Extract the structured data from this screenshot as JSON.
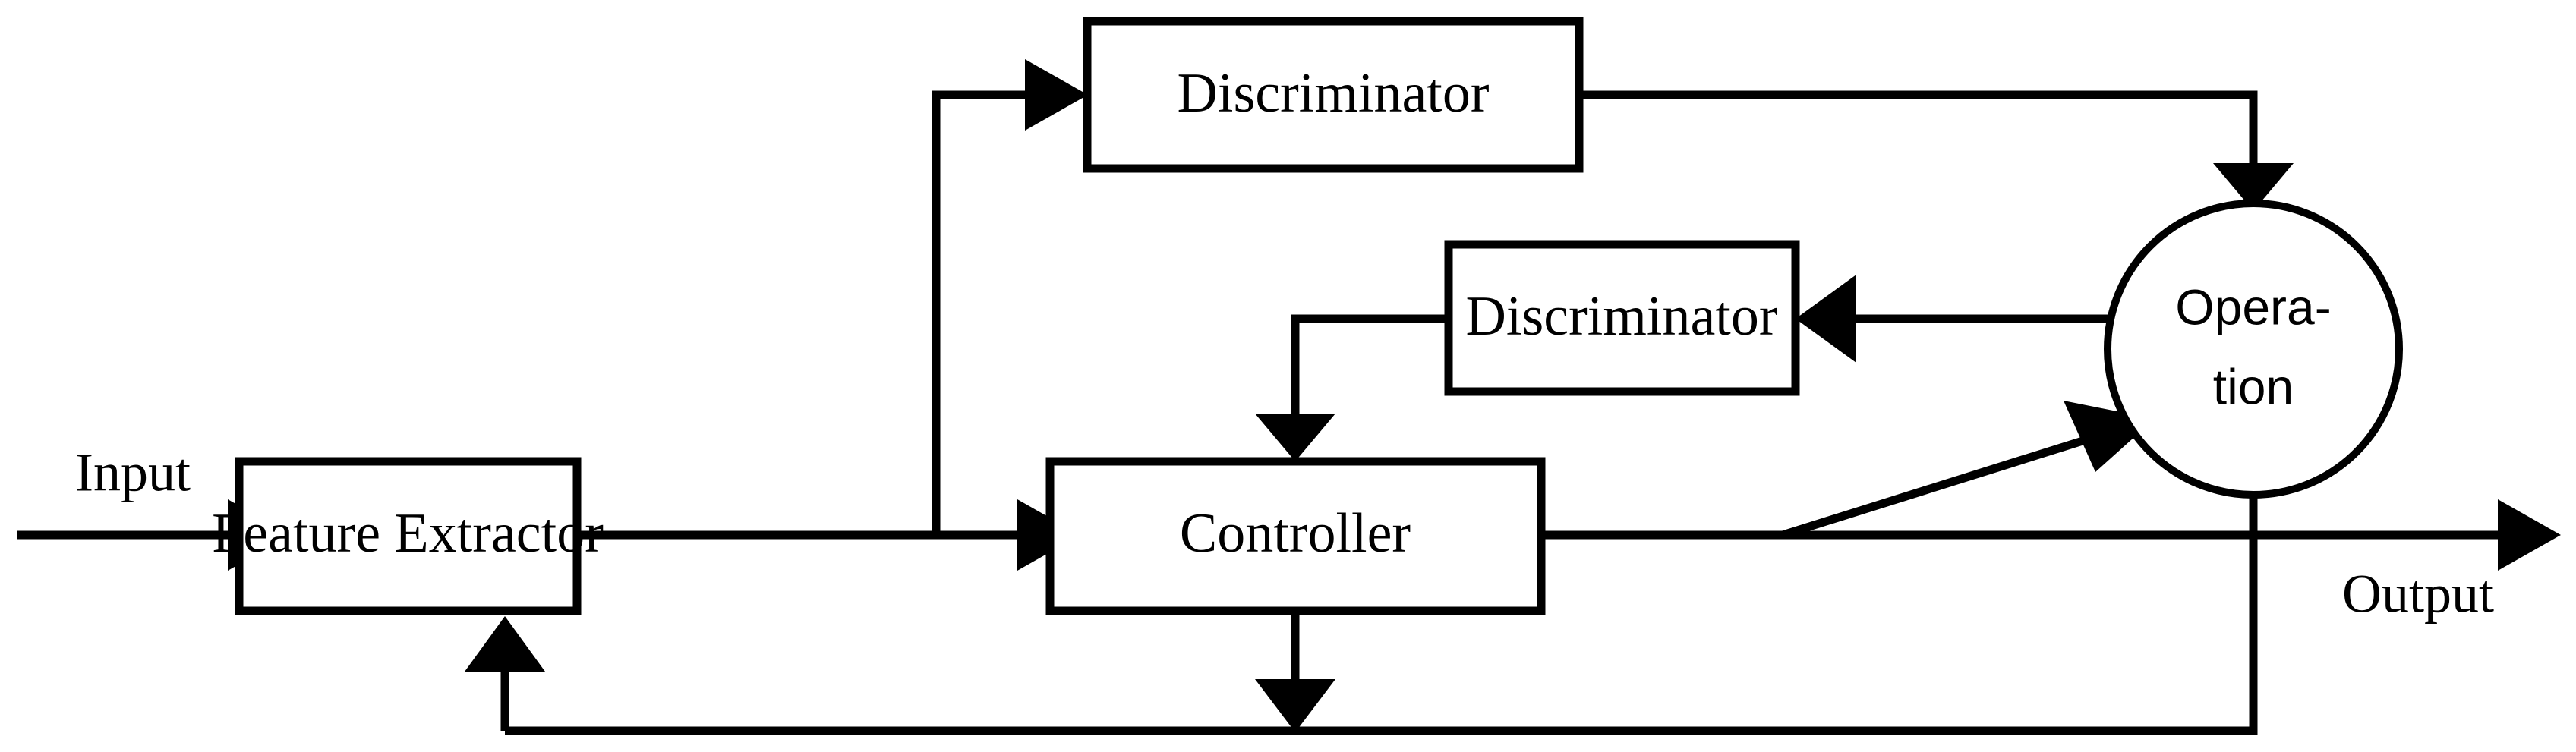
{
  "diagram": {
    "title": "Feature Extractor / Controller / Operation block diagram",
    "background_color": "#ffffff",
    "line_color": "#000000",
    "nodes": {
      "feature_extractor": {
        "label": "Feature Extractor",
        "shape": "rectangle"
      },
      "controller": {
        "label": "Controller",
        "shape": "rectangle"
      },
      "discriminator_top": {
        "label": "Discriminator",
        "shape": "rectangle"
      },
      "discriminator_mid": {
        "label": "Discriminator",
        "shape": "rectangle"
      },
      "operation": {
        "label_line1": "Opera-",
        "label_line2": "tion",
        "shape": "circle"
      }
    },
    "io": {
      "input_label": "Input",
      "output_label": "Output"
    },
    "edges": [
      {
        "name": "input-to-feature-extractor",
        "from": "Input",
        "to": "Feature Extractor",
        "arrow": true
      },
      {
        "name": "feature-extractor-to-controller",
        "from": "Feature Extractor",
        "to": "Controller",
        "arrow": true
      },
      {
        "name": "feature-extractor-branch-to-discriminator-top",
        "from": "Feature Extractor",
        "to": "Discriminator",
        "arrow": true
      },
      {
        "name": "discriminator-top-to-operation",
        "from": "Discriminator",
        "to": "Operation",
        "arrow": true
      },
      {
        "name": "operation-to-discriminator-mid",
        "from": "Operation",
        "to": "Discriminator",
        "arrow": true
      },
      {
        "name": "discriminator-mid-to-controller",
        "from": "Discriminator",
        "to": "Controller",
        "arrow": true
      },
      {
        "name": "controller-to-operation",
        "from": "Controller",
        "to": "Operation",
        "arrow": true
      },
      {
        "name": "controller-to-output",
        "from": "Controller",
        "to": "Output",
        "arrow": true
      },
      {
        "name": "controller-feedback-down",
        "from": "Controller",
        "to": "feedback bus",
        "arrow": true
      },
      {
        "name": "operation-feedback-down",
        "from": "Operation",
        "to": "feedback bus",
        "arrow": false
      },
      {
        "name": "feedback-to-feature-extractor",
        "from": "feedback bus",
        "to": "Feature Extractor",
        "arrow": true
      }
    ]
  }
}
